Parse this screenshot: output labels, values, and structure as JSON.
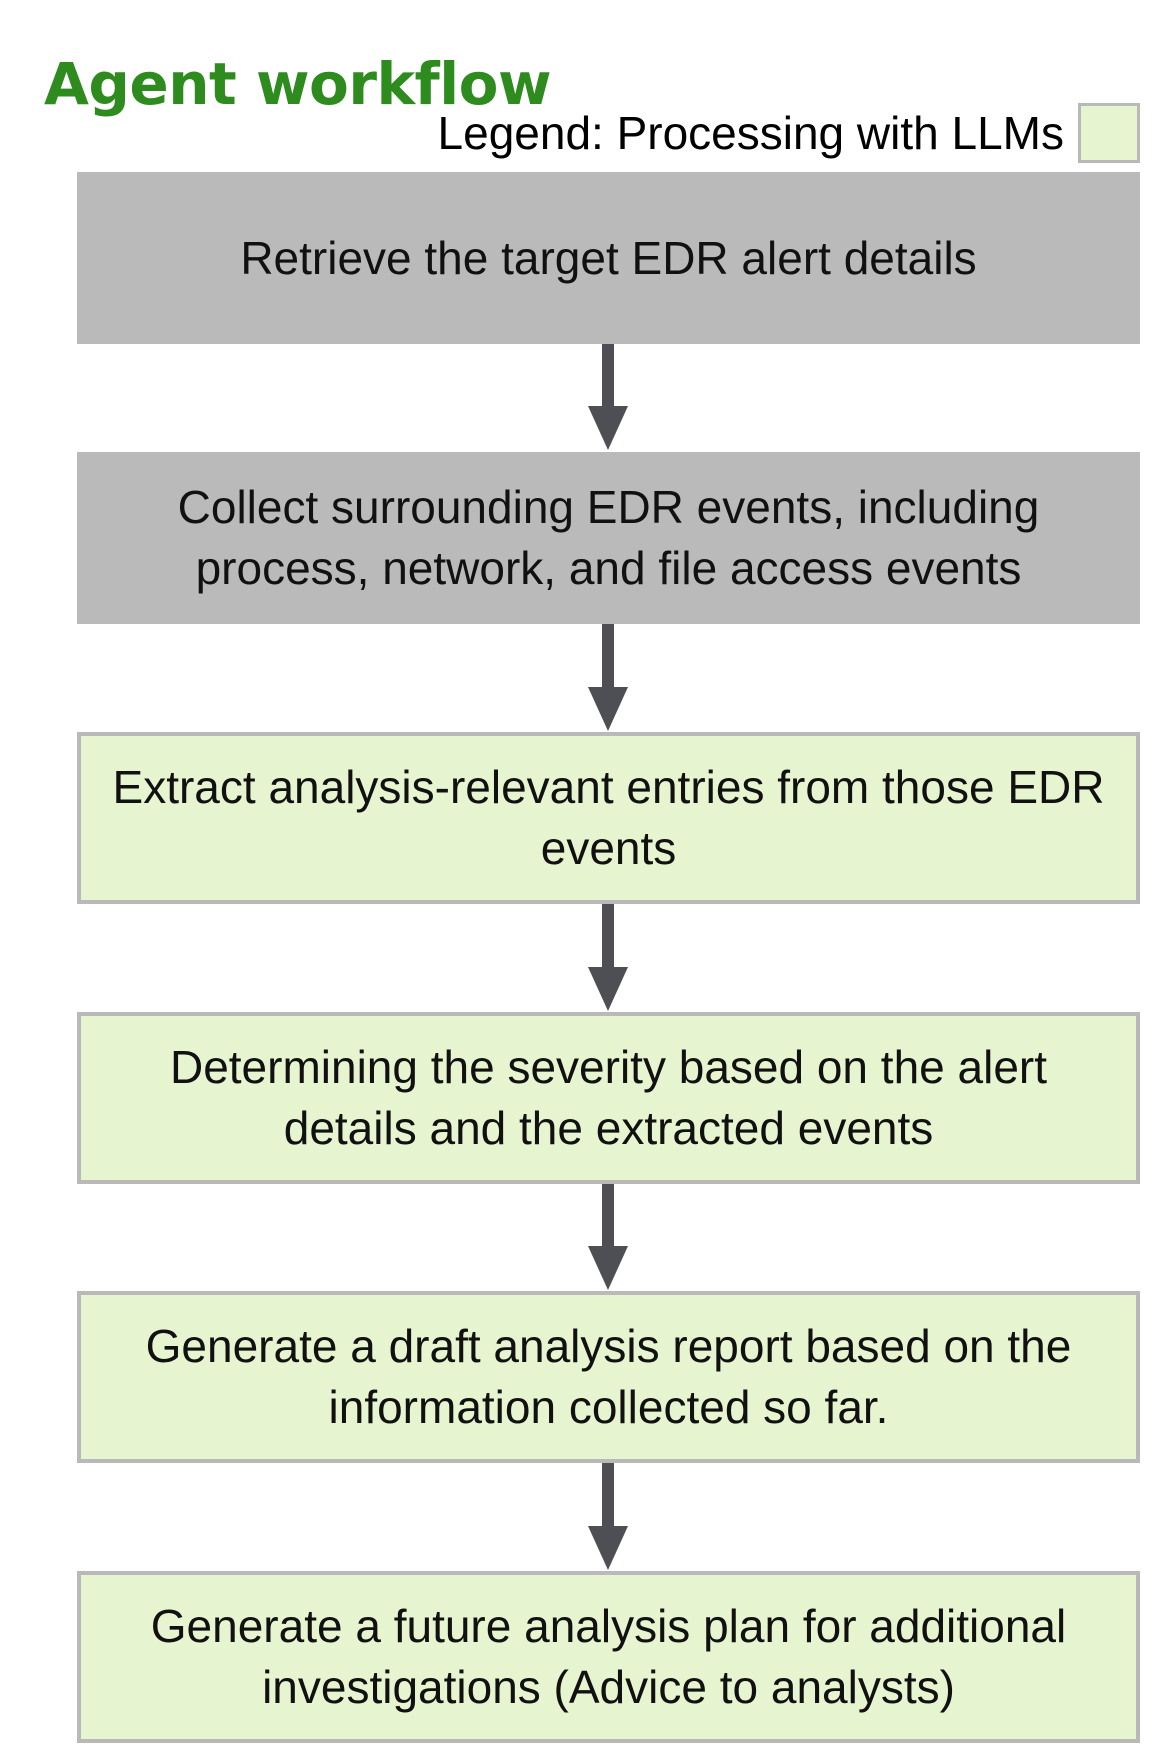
{
  "header": {
    "title": "Agent workflow"
  },
  "legend": {
    "label": "Legend: Processing with LLMs",
    "swatch_color": "#e6f4cf"
  },
  "steps": [
    {
      "text": "Retrieve the target EDR alert details",
      "llm": false
    },
    {
      "text": "Collect surrounding EDR events, including process, network, and file access events",
      "llm": false
    },
    {
      "text": "Extract analysis-relevant entries from those EDR events",
      "llm": true
    },
    {
      "text": "Determining the severity based on the alert details and the extracted events",
      "llm": true
    },
    {
      "text": "Generate a draft analysis report based on the information collected so far.",
      "llm": true
    },
    {
      "text": "Generate a future analysis plan for additional investigations (Advice to analysts)",
      "llm": true
    }
  ],
  "colors": {
    "title": "#2e8b1e",
    "non_llm_box": "#b9bab9",
    "llm_box": "#e6f4cf",
    "border": "#b9b9b9",
    "arrow": "#4d4f54"
  }
}
